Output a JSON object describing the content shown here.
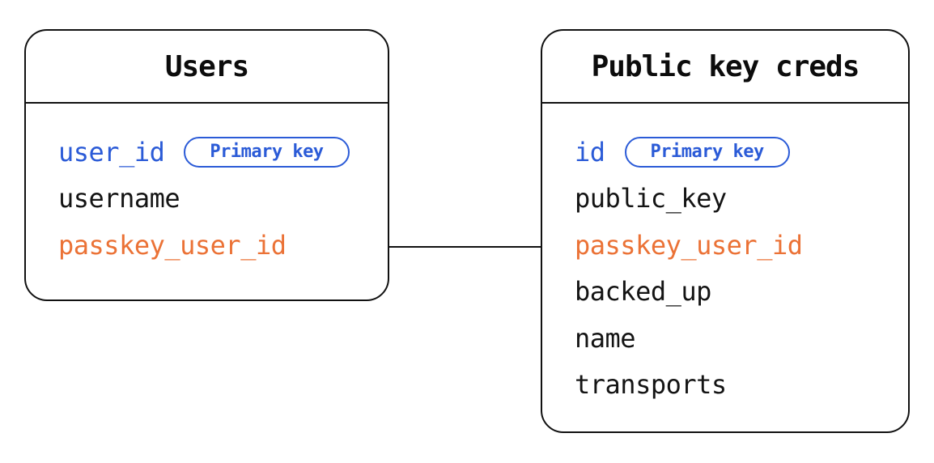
{
  "diagram": {
    "tables": [
      {
        "title": "Users",
        "fields": [
          {
            "name": "user_id",
            "badge": "Primary key"
          },
          {
            "name": "username"
          },
          {
            "name": "passkey_user_id"
          }
        ]
      },
      {
        "title": "Public key creds",
        "fields": [
          {
            "name": "id",
            "badge": "Primary key"
          },
          {
            "name": "public_key"
          },
          {
            "name": "passkey_user_id"
          },
          {
            "name": "backed_up"
          },
          {
            "name": "name"
          },
          {
            "name": "transports"
          }
        ]
      }
    ],
    "relationship": {
      "from": "Users.passkey_user_id",
      "to": "Public key creds.passkey_user_id"
    },
    "colors": {
      "primary_key_blue": "#2b5bd7",
      "foreign_key_orange": "#eb7236",
      "field_text": "#141414",
      "border": "#111111",
      "background": "#ffffff"
    }
  }
}
